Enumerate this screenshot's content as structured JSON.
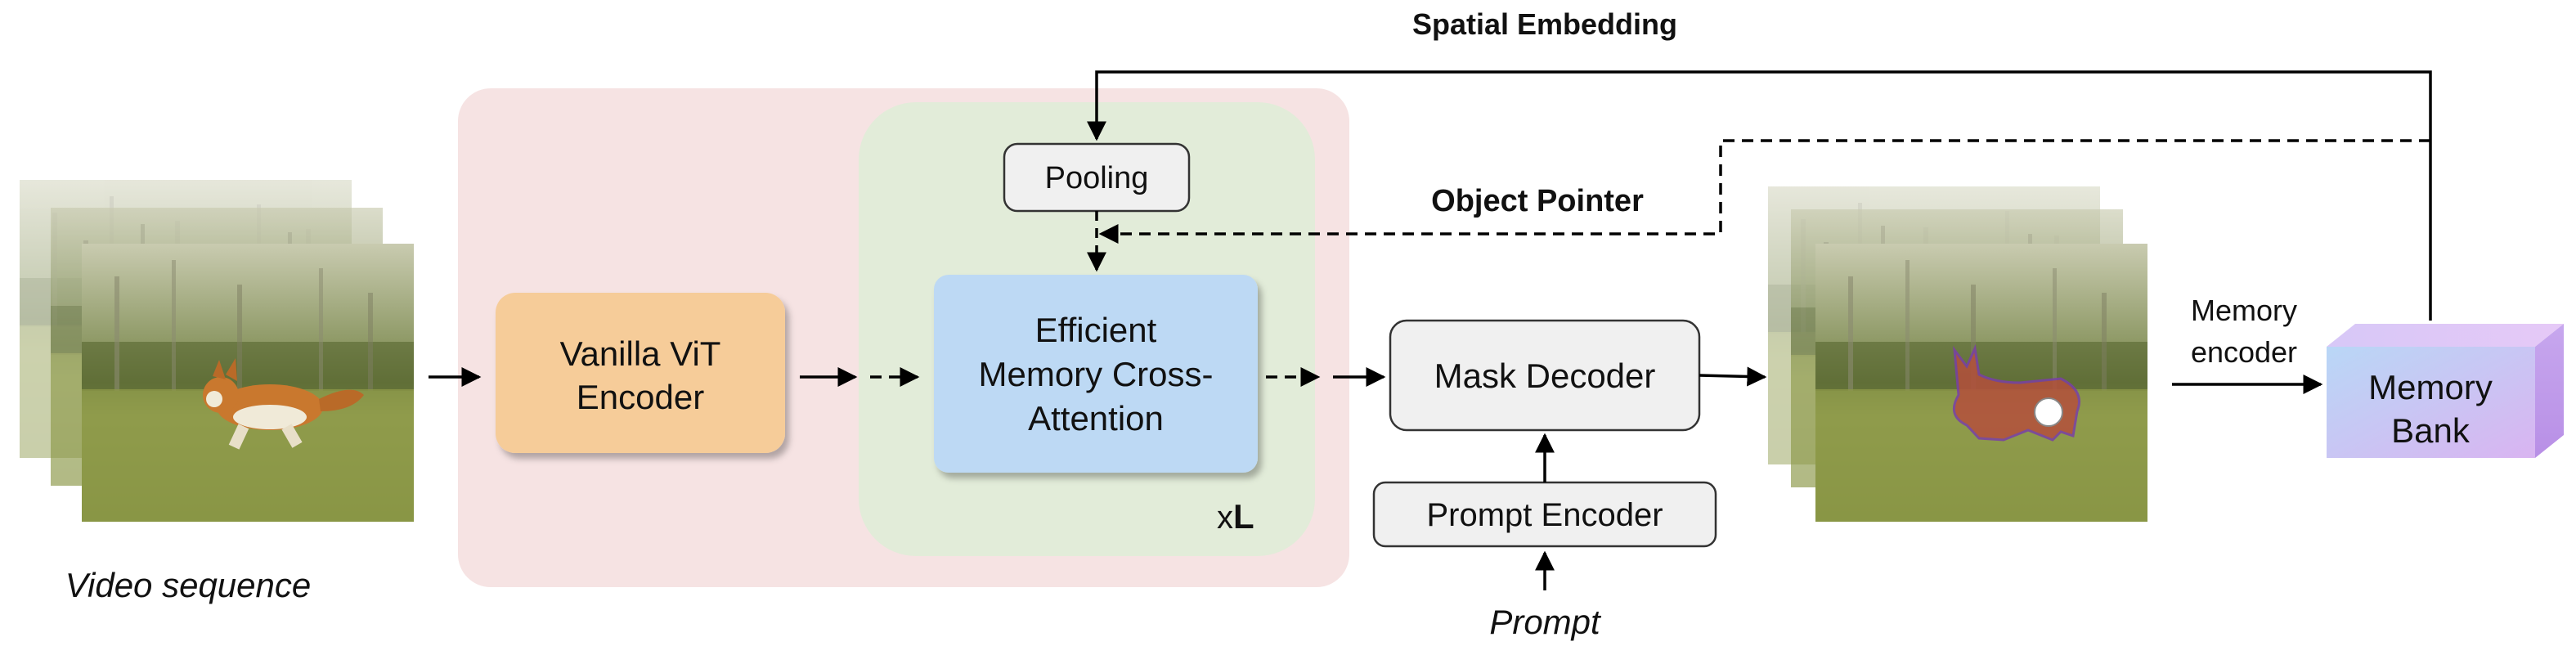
{
  "diagram": {
    "spatial_embedding_label": "Spatial Embedding",
    "object_pointer_label": "Object Pointer",
    "video_sequence_label": "Video sequence",
    "vit_encoder_line1": "Vanilla ViT",
    "vit_encoder_line2": "Encoder",
    "pooling_label": "Pooling",
    "cross_attention_line1": "Efficient",
    "cross_attention_line2": "Memory Cross-",
    "cross_attention_line3": "Attention",
    "repeat_prefix": "x",
    "repeat_letter": "L",
    "mask_decoder_label": "Mask Decoder",
    "prompt_encoder_label": "Prompt Encoder",
    "prompt_label": "Prompt",
    "memory_encoder_line1": "Memory",
    "memory_encoder_line2": "encoder",
    "memory_bank_line1": "Memory",
    "memory_bank_line2": "Bank"
  },
  "colors": {
    "outer_block": "#f6e3e3",
    "inner_block": "#e2ecd9",
    "vit_encoder": "#f6cc99",
    "cross_attention": "#bdd9f4",
    "neutral_box": "#f0f0f0",
    "memory_bank_front": "#c8c2f4",
    "mask_overlay": "#b4503c"
  },
  "icons": {
    "video_frames": "dog-running-in-field-photo",
    "masked_frames": "dog-segmentation-mask-photo"
  }
}
